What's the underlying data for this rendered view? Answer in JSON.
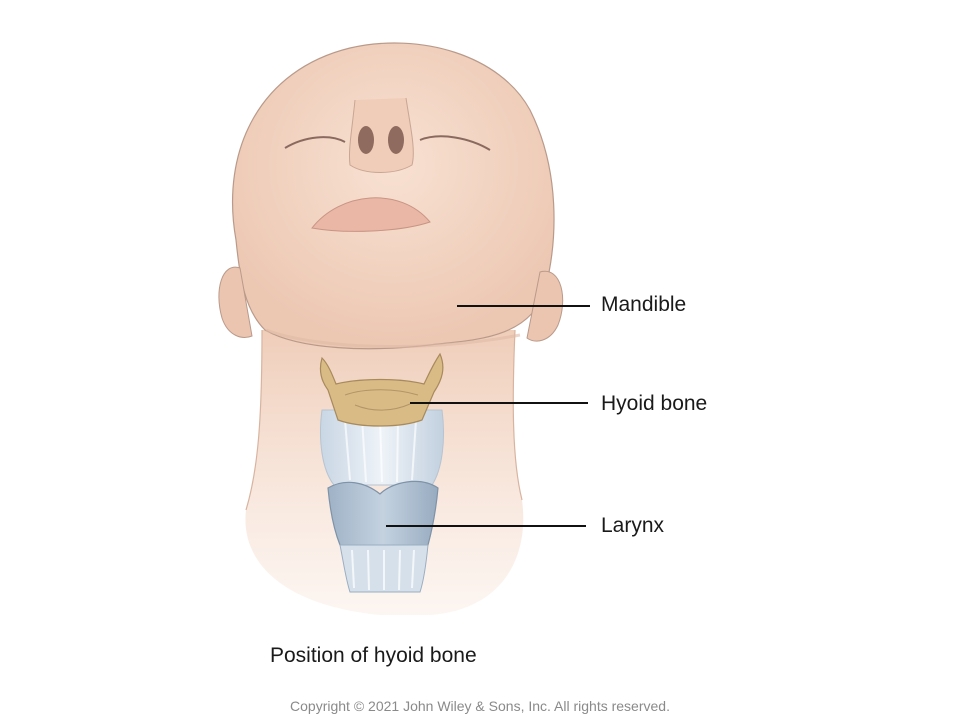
{
  "labels": {
    "mandible": "Mandible",
    "hyoid": "Hyoid bone",
    "larynx": "Larynx"
  },
  "caption": "Position of hyoid bone",
  "copyright": "Copyright © 2021 John Wiley & Sons, Inc. All rights reserved.",
  "colors": {
    "skin": "#f5d9c8",
    "skin_shadow": "#e8c2ad",
    "hyoid": "#d9bb86",
    "larynx": "#aebfd0",
    "membrane": "#dde6f0"
  }
}
